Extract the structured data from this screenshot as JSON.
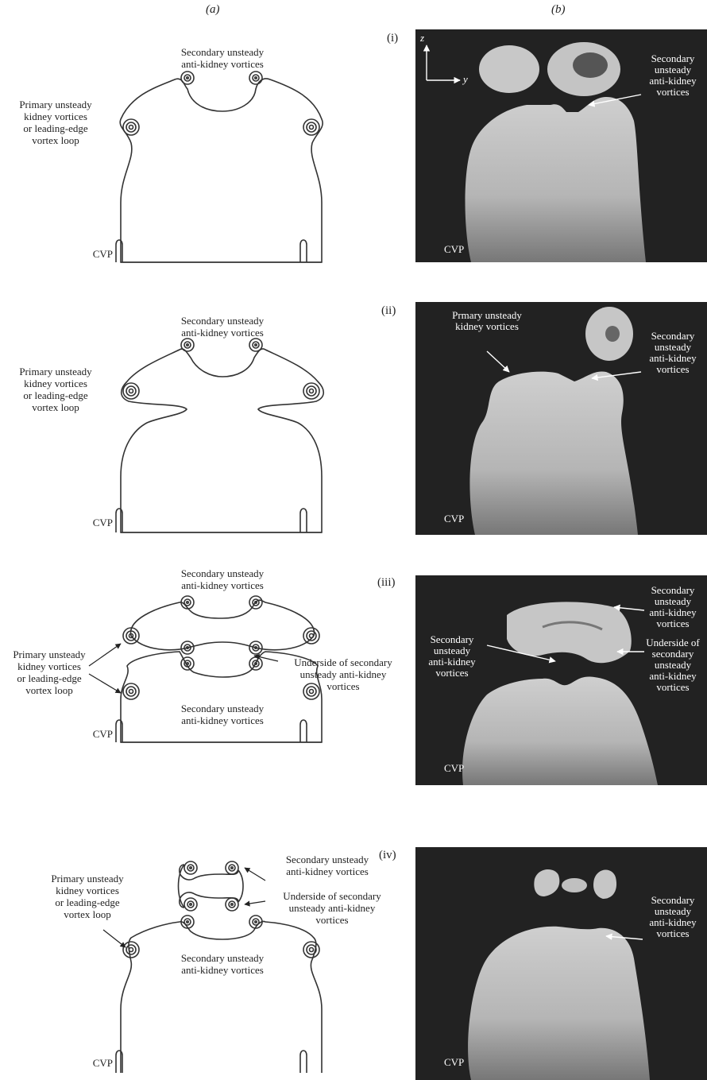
{
  "headers": {
    "a": "(a)",
    "b": "(b)"
  },
  "panels": [
    {
      "roman": "(i)",
      "sketch": {
        "top_label": "Secondary unsteady\nanti-kidney vortices",
        "left_label": "Primary unsteady\nkidney vortices\nor leading-edge\nvortex loop",
        "cvp": "CVP"
      },
      "photo": {
        "axis_z": "z",
        "axis_y": "y",
        "right_label": "Secondary\nunsteady\nanti-kidney\nvortices",
        "cvp": "CVP"
      }
    },
    {
      "roman": "(ii)",
      "sketch": {
        "top_label": "Secondary unsteady\nanti-kidney vortices",
        "left_label": "Primary unsteady\nkidney vortices\nor leading-edge\nvortex loop",
        "cvp": "CVP"
      },
      "photo": {
        "left_label": "Prmary unsteady\nkidney vortices",
        "right_label": "Secondary\nunsteady\nanti-kidney\nvortices",
        "cvp": "CVP"
      }
    },
    {
      "roman": "(iii)",
      "sketch": {
        "top_label": "Secondary unsteady\nanti-kidney vortices",
        "left_label": "Primary unsteady\nkidney vortices\nor leading-edge\nvortex loop",
        "right_label": "Underside of secondary\nunsteady anti-kidney\nvortices",
        "inner_label": "Secondary unsteady\nanti-kidney vortices",
        "cvp": "CVP"
      },
      "photo": {
        "top_right_label": "Secondary\nunsteady\nanti-kidney\nvortices",
        "left_label": "Secondary\nunsteady\nanti-kidney\nvortices",
        "right_label": "Underside of\nsecondary\nunsteady\nanti-kidney\nvortices",
        "cvp": "CVP"
      }
    },
    {
      "roman": "(iv)",
      "sketch": {
        "top_right_label": "Secondary unsteady\nanti-kidney vortices",
        "right_label": "Underside of secondary\nunsteady anti-kidney\nvortices",
        "left_label": "Primary unsteady\nkidney vortices\nor leading-edge\nvortex loop",
        "inner_label": "Secondary unsteady\nanti-kidney vortices",
        "cvp": "CVP"
      },
      "photo": {
        "right_label": "Secondary\nunsteady\nanti-kidney\nvortices",
        "cvp": "CVP"
      }
    }
  ]
}
